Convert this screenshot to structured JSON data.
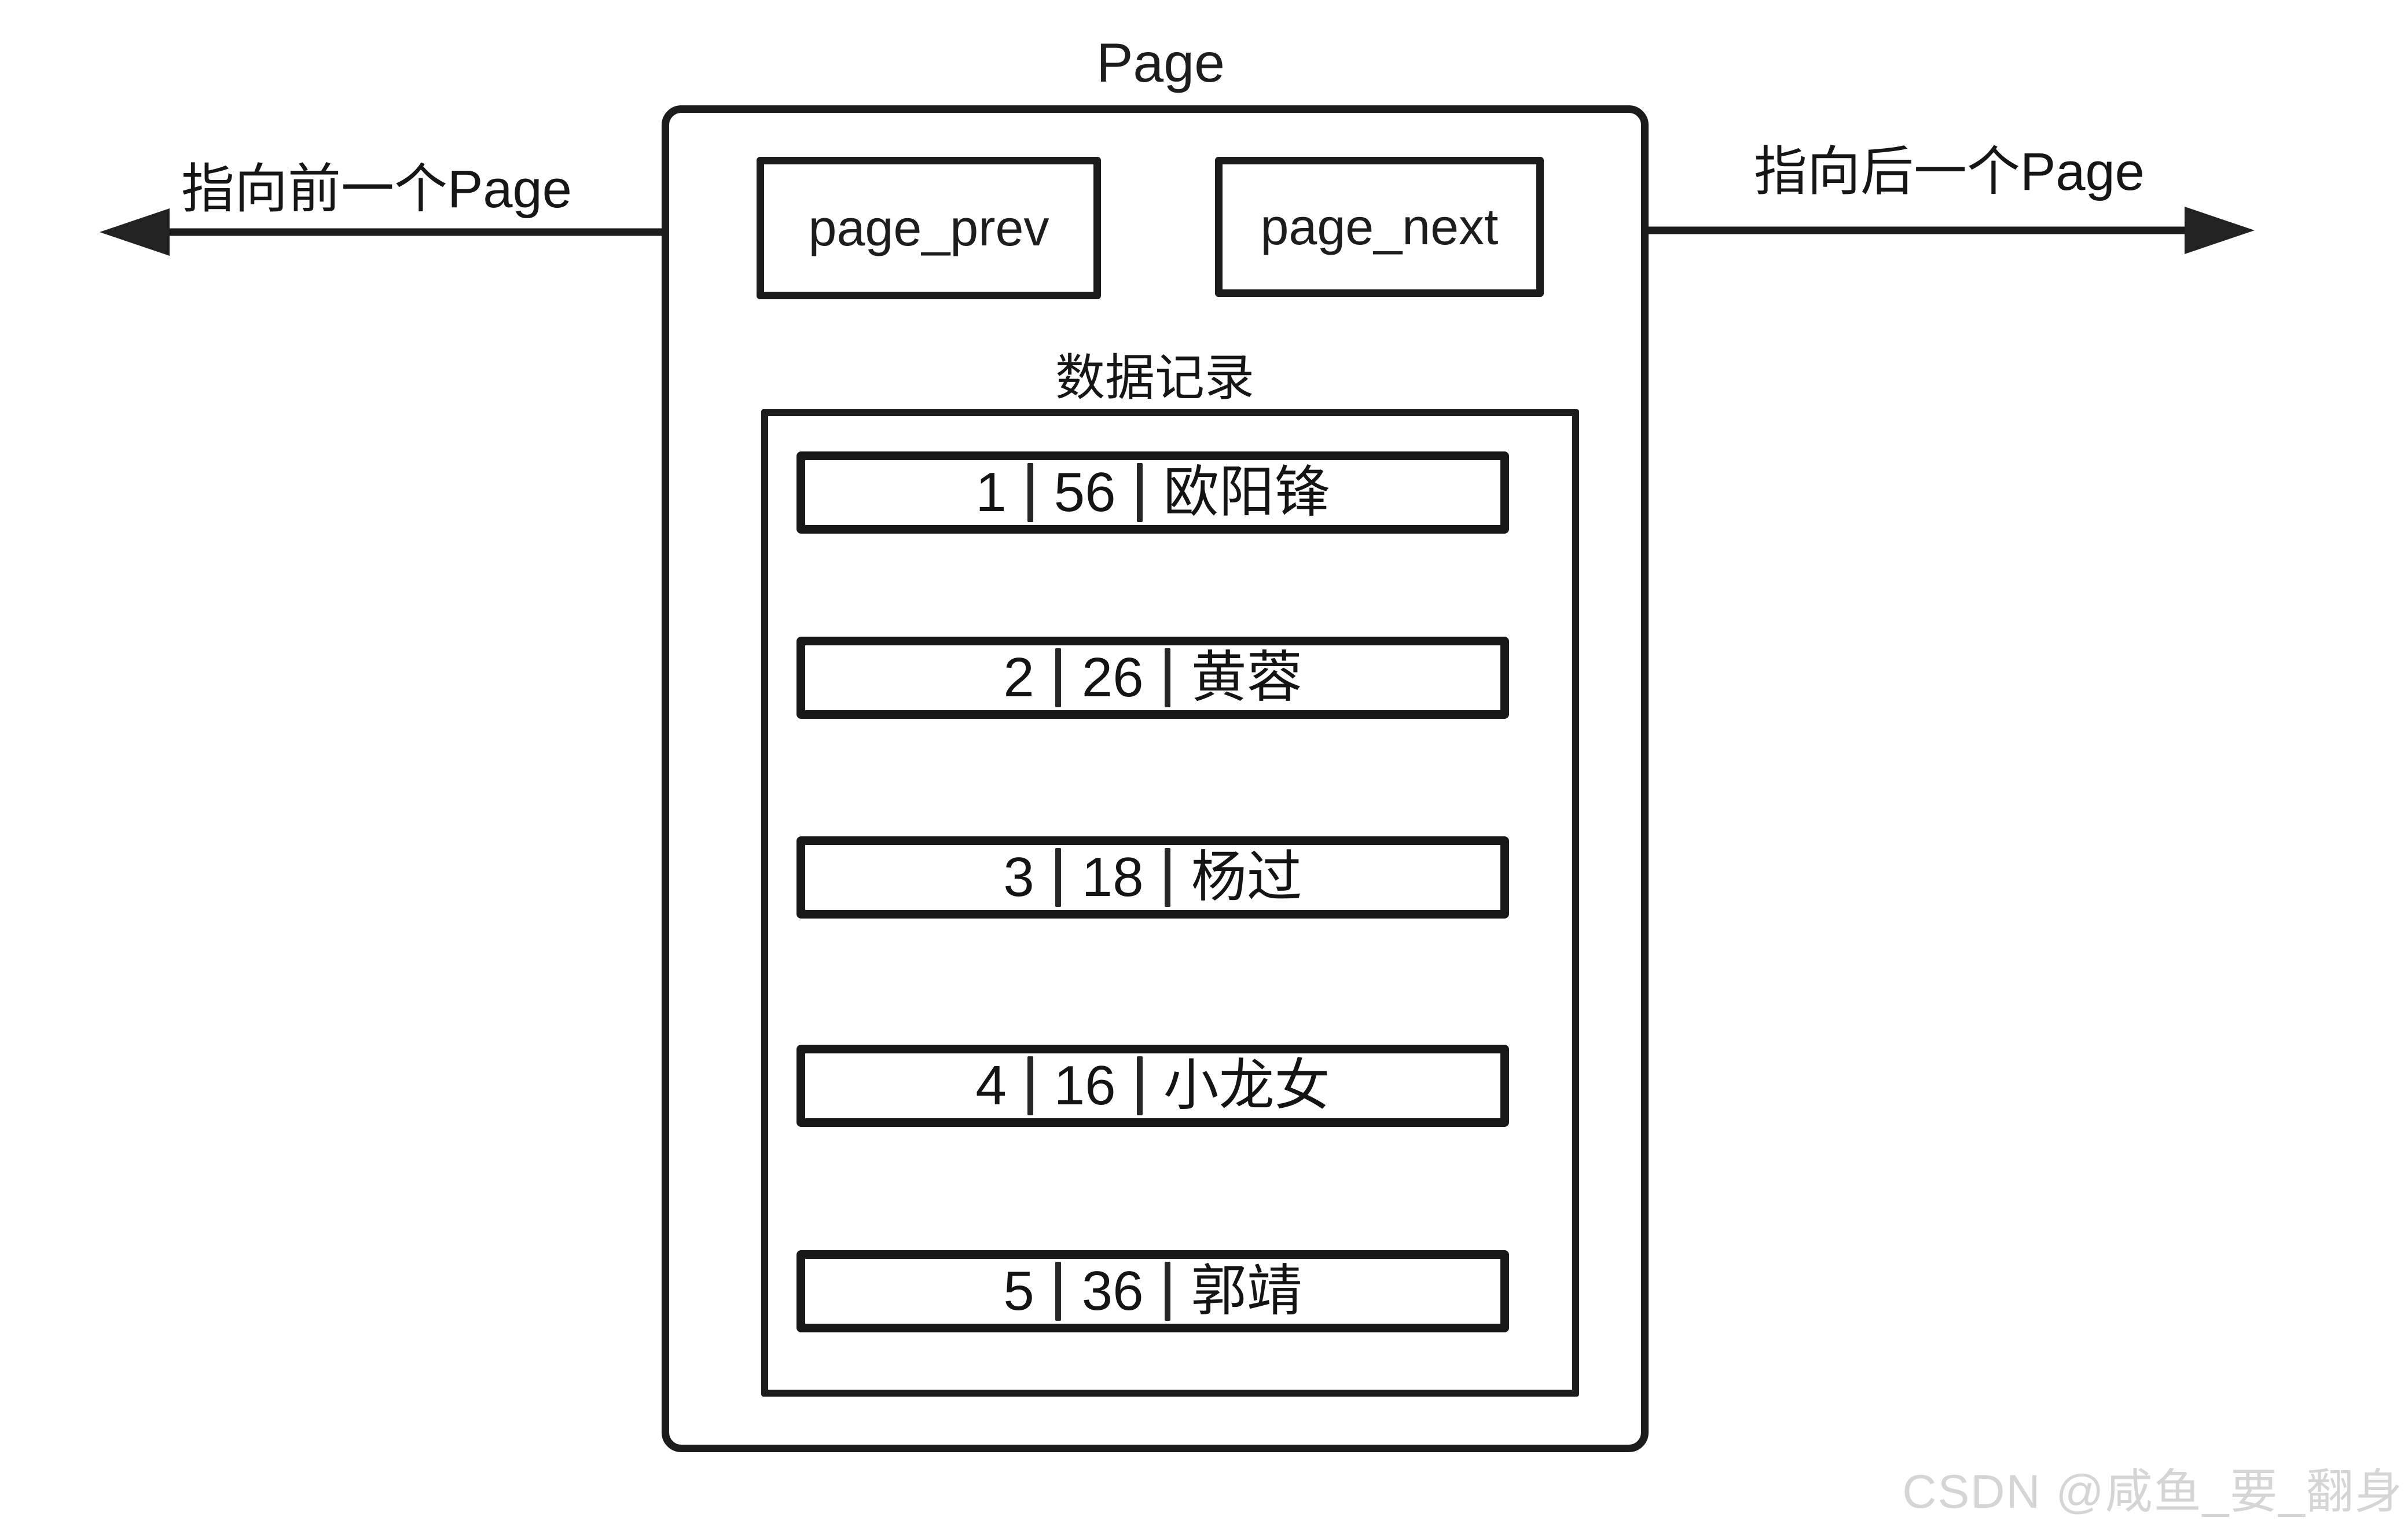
{
  "diagram": {
    "title": "Page",
    "left_pointer_label": "指向前一个Page",
    "right_pointer_label": "指向后一个Page",
    "page_prev_label": "page_prev",
    "page_next_label": "page_next",
    "records_section_label": "数据记录",
    "records": [
      {
        "id": "1",
        "age": "56",
        "name": "欧阳锋"
      },
      {
        "id": "2",
        "age": "26",
        "name": "黄蓉"
      },
      {
        "id": "3",
        "age": "18",
        "name": "杨过"
      },
      {
        "id": "4",
        "age": "16",
        "name": "小龙女"
      },
      {
        "id": "5",
        "age": "36",
        "name": "郭靖"
      }
    ],
    "colors": {
      "stroke": "#1c1c1c",
      "background": "#ffffff",
      "watermark": "#d5d5d5"
    }
  },
  "watermark": "CSDN @咸鱼_要_翻身"
}
